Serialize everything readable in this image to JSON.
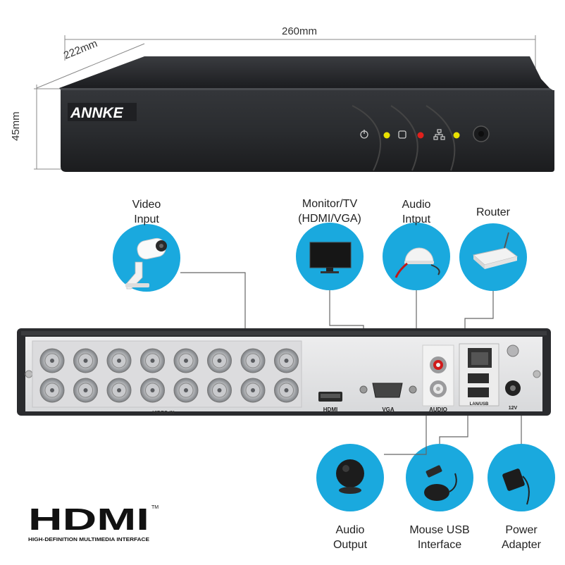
{
  "dimensions": {
    "width": "260mm",
    "depth": "222mm",
    "height": "45mm"
  },
  "brand": "ANNKE",
  "colors": {
    "accent": "#1aa9de",
    "device": "#2b2d30",
    "led_yellow": "#e8e000",
    "led_red": "#e0201c"
  },
  "labels": {
    "video_input": [
      "Video",
      "Input"
    ],
    "monitor": [
      "Monitor/TV",
      "(HDMI/VGA)"
    ],
    "audio_input": [
      "Audio",
      "Intput"
    ],
    "router": [
      "Router"
    ],
    "audio_output": [
      "Audio",
      "Output"
    ],
    "mouse_usb": [
      "Mouse USB",
      "Interface"
    ],
    "power": [
      "Power",
      "Adapter"
    ]
  },
  "panel": {
    "video_in": "VIDEO-IN",
    "hdmi": "HDMI",
    "vga": "VGA",
    "audio": "AUDIO",
    "lan_usb": "LAN/USB",
    "power": "12V"
  },
  "hdmi_logo": {
    "word": "HDMI",
    "tm": "TM",
    "tagline": "HIGH-DEFINITION MULTIMEDIA INTERFACE"
  },
  "icons": [
    "power-icon",
    "hdd-icon",
    "network-icon",
    "camera-icon",
    "monitor-icon",
    "microphone-icon",
    "router-icon",
    "speaker-icon",
    "mouse-icon",
    "adapter-icon"
  ]
}
